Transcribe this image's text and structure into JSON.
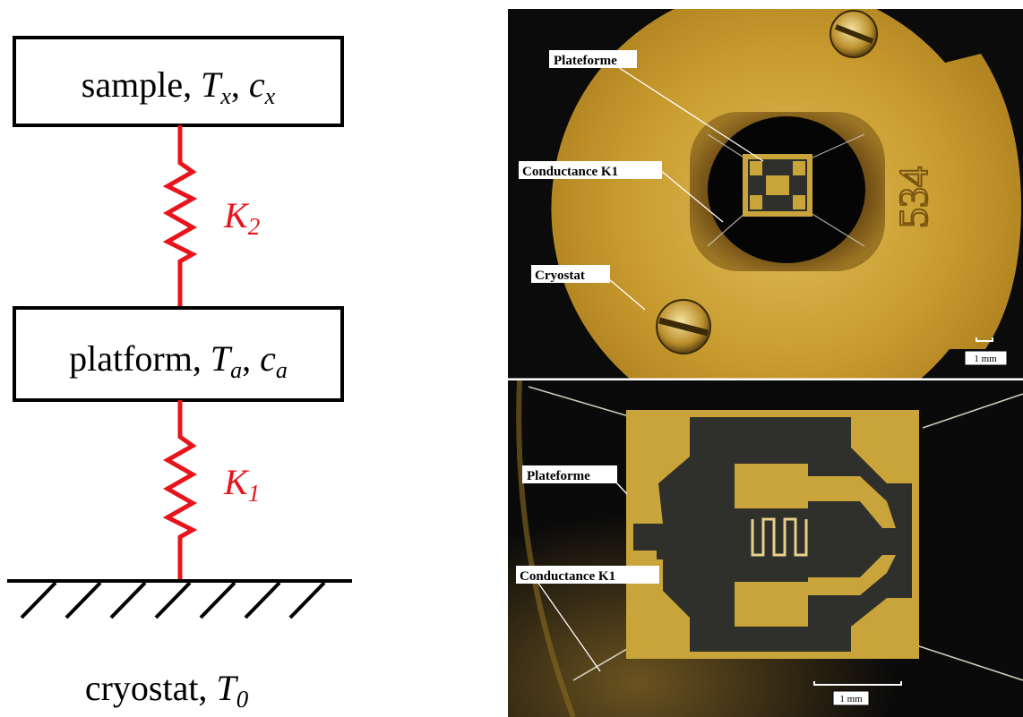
{
  "schematic": {
    "sample_box": {
      "label": "sample, ",
      "t_main": "T",
      "t_sub": "x",
      "sep": ", ",
      "c_main": "c",
      "c_sub": "x"
    },
    "platform_box": {
      "label": "platform, ",
      "t_main": "T",
      "t_sub": "a",
      "sep": ", ",
      "c_main": "c",
      "c_sub": "a"
    },
    "spring_top": {
      "main": "K",
      "sub": "2"
    },
    "spring_bottom": {
      "main": "K",
      "sub": "1"
    },
    "ground": {
      "label": "cryostat, ",
      "t_main": "T",
      "t_sub": "0"
    }
  },
  "photos": {
    "top": {
      "labels": [
        "Plateforme",
        "Conductance K1",
        "Cryostat"
      ],
      "engraving": "534",
      "scale_label": "1 mm"
    },
    "bottom": {
      "labels": [
        "Plateforme",
        "Conductance K1"
      ],
      "scale_label": "1 mm"
    }
  },
  "colors": {
    "spring": "#e8141b",
    "box_stroke": "#000000",
    "gold": "#c9a43a",
    "dark_chip": "#2f2f2c",
    "photo_bg": "#0b0b0b"
  }
}
